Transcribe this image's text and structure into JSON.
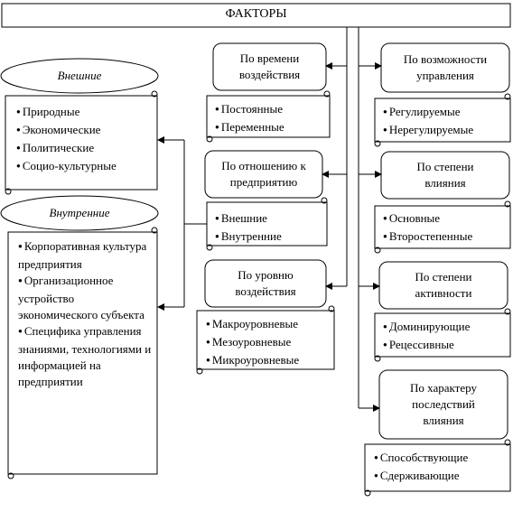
{
  "title": "ФАКТОРЫ",
  "groups": {
    "external": {
      "label": "Внешние",
      "items": [
        "Природные",
        "Экономические",
        "Политические",
        "Социо-культурные"
      ]
    },
    "internal": {
      "label": "Внутренние",
      "items": [
        "Корпоративная культура предприятия",
        "Организационное устройство экономического субъекта",
        "Специфика управления знаниями, технологиями и информацией на предприятии"
      ]
    }
  },
  "criteria": {
    "time": {
      "label": "По времени воздействия",
      "items": [
        "Постоянные",
        "Переменные"
      ]
    },
    "relation": {
      "label": "По отношению к предприятию",
      "items": [
        "Внешние",
        "Внутренние"
      ]
    },
    "level": {
      "label": "По уровню воздействия",
      "items": [
        "Макроуровневые",
        "Мезоуровневые",
        "Микроуровневые"
      ]
    },
    "control": {
      "label": "По возможности управления",
      "items": [
        "Регулируемые",
        "Нерегулируемые"
      ]
    },
    "influence": {
      "label": "По степени влияния",
      "items": [
        "Основные",
        "Второстепенные"
      ]
    },
    "activity": {
      "label": "По степени активности",
      "items": [
        "Доминирующие",
        "Рецессивные"
      ]
    },
    "consequence": {
      "label": "По характеру последствий влияния",
      "items": [
        "Способствующие",
        "Сдерживающие"
      ]
    }
  }
}
